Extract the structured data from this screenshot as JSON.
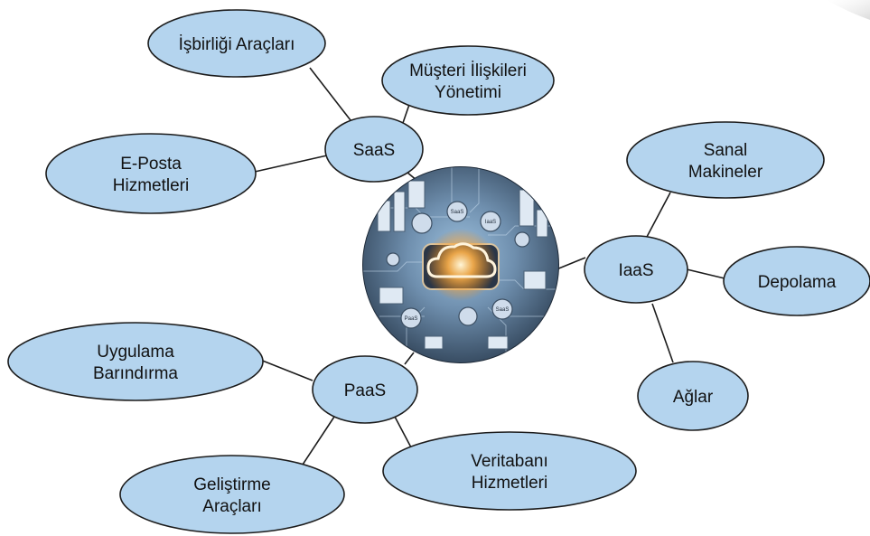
{
  "diagram": {
    "center": {
      "name": "cloud-technology-image",
      "icon": "cloud-circuit-board-image",
      "chip_labels": [
        "SaaS",
        "IaaS",
        "PaaS",
        "SaaS"
      ]
    },
    "colors": {
      "node_fill": "#b4d4ee",
      "node_stroke": "#1c1c1c",
      "edge": "#1c1c1c",
      "text": "#111111"
    },
    "nodes": [
      {
        "id": "saas",
        "lines": [
          "SaaS"
        ]
      },
      {
        "id": "iaas",
        "lines": [
          "IaaS"
        ]
      },
      {
        "id": "paas",
        "lines": [
          "PaaS"
        ]
      },
      {
        "id": "isbirligi",
        "lines": [
          "İşbirliği Araçları"
        ]
      },
      {
        "id": "musteri",
        "lines": [
          "Müşteri İlişkileri",
          "Yönetimi"
        ]
      },
      {
        "id": "eposta",
        "lines": [
          "E-Posta",
          "Hizmetleri"
        ]
      },
      {
        "id": "sanal",
        "lines": [
          "Sanal",
          "Makineler"
        ]
      },
      {
        "id": "depolama",
        "lines": [
          "Depolama"
        ]
      },
      {
        "id": "aglar",
        "lines": [
          "Ağlar"
        ]
      },
      {
        "id": "uygulama",
        "lines": [
          "Uygulama",
          "Barındırma"
        ]
      },
      {
        "id": "gelistirme",
        "lines": [
          "Geliştirme",
          "Araçları"
        ]
      },
      {
        "id": "veritabani",
        "lines": [
          "Veritabanı",
          "Hizmetleri"
        ]
      }
    ],
    "edges": [
      [
        "center",
        "saas"
      ],
      [
        "center",
        "iaas"
      ],
      [
        "center",
        "paas"
      ],
      [
        "saas",
        "isbirligi"
      ],
      [
        "saas",
        "musteri"
      ],
      [
        "saas",
        "eposta"
      ],
      [
        "iaas",
        "sanal"
      ],
      [
        "iaas",
        "depolama"
      ],
      [
        "iaas",
        "aglar"
      ],
      [
        "paas",
        "uygulama"
      ],
      [
        "paas",
        "gelistirme"
      ],
      [
        "paas",
        "veritabani"
      ]
    ]
  }
}
